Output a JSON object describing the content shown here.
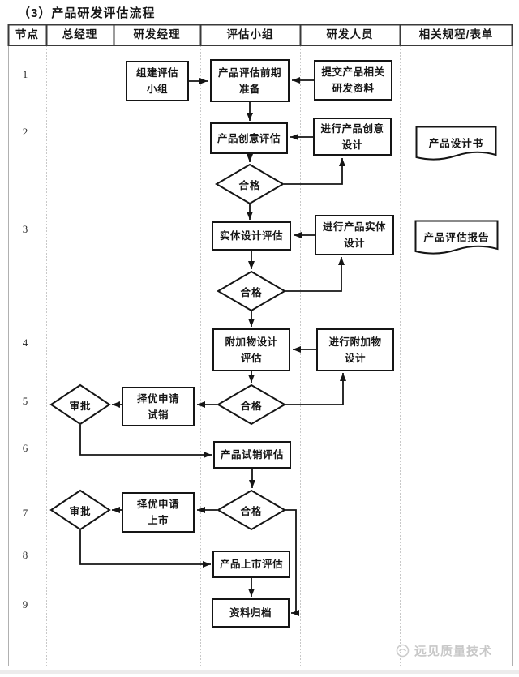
{
  "page": {
    "title": "（3）产品研发评估流程",
    "watermark": "远见质量技术"
  },
  "table": {
    "columns": [
      "节点",
      "总经理",
      "研发经理",
      "评估小组",
      "研发人员",
      "相关规程/表单"
    ],
    "nodes": [
      "1",
      "2",
      "3",
      "4",
      "5",
      "6",
      "7",
      "8",
      "9"
    ]
  },
  "flow": {
    "build_team": "组建评估\n小组",
    "pre_eval": "产品评估前期\n准备",
    "submit_materials": "提交产品相关\n研发资料",
    "idea_eval": "产品创意评估",
    "idea_design": "进行产品创意\n设计",
    "entity_eval": "实体设计评估",
    "entity_design": "进行产品实体\n设计",
    "addon_eval": "附加物设计\n评估",
    "addon_design": "进行附加物\n设计",
    "apply_trial": "择优申请\n试销",
    "trial_eval": "产品试销评估",
    "apply_launch": "择优申请\n上市",
    "launch_eval": "产品上市评估",
    "archive": "资料归档",
    "pass_label": "合格",
    "approve_label": "审批",
    "doc_design": "产品设计书",
    "doc_report": "产品评估报告"
  },
  "colors": {
    "line": "#151515",
    "grid": "#c8c8c8",
    "header_border": "#3a3a3a",
    "watermark": "#c8c8c8"
  }
}
